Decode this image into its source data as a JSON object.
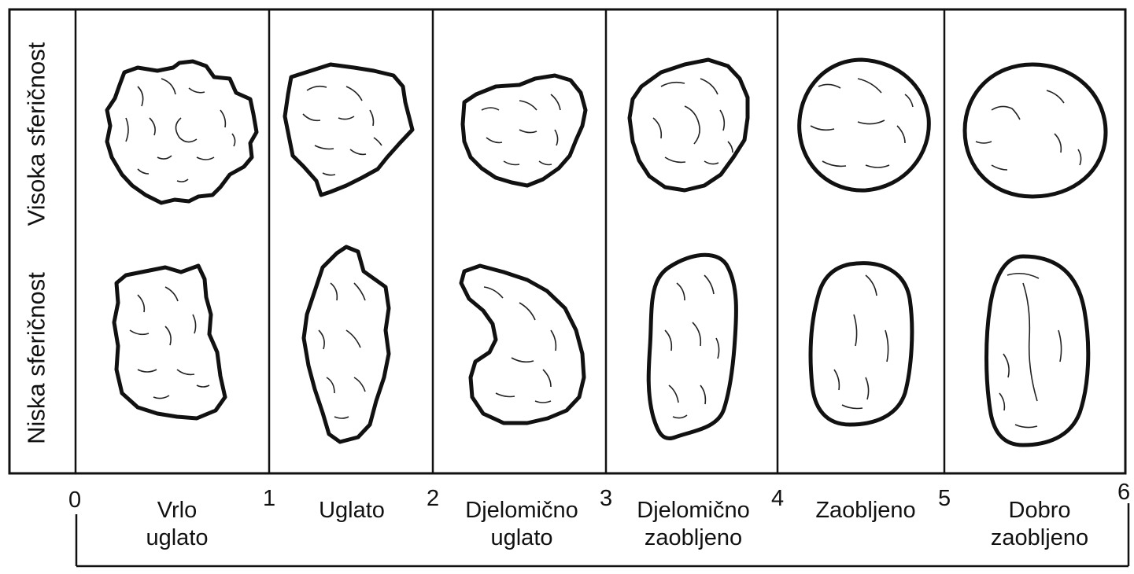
{
  "row_labels": {
    "high": "Visoka sferičnost",
    "low": "Niska sferičnost"
  },
  "scale_numbers": [
    "0",
    "1",
    "2",
    "3",
    "4",
    "5",
    "6"
  ],
  "categories": [
    {
      "line1": "Vrlo",
      "line2": "uglato"
    },
    {
      "line1": "Uglato",
      "line2": ""
    },
    {
      "line1": "Djelomično",
      "line2": "uglato"
    },
    {
      "line1": "Djelomično",
      "line2": "zaobljeno"
    },
    {
      "line1": "Zaobljeno",
      "line2": ""
    },
    {
      "line1": "Dobro",
      "line2": "zaobljeno"
    }
  ],
  "colors": {
    "line": "#111111",
    "background": "#ffffff"
  }
}
